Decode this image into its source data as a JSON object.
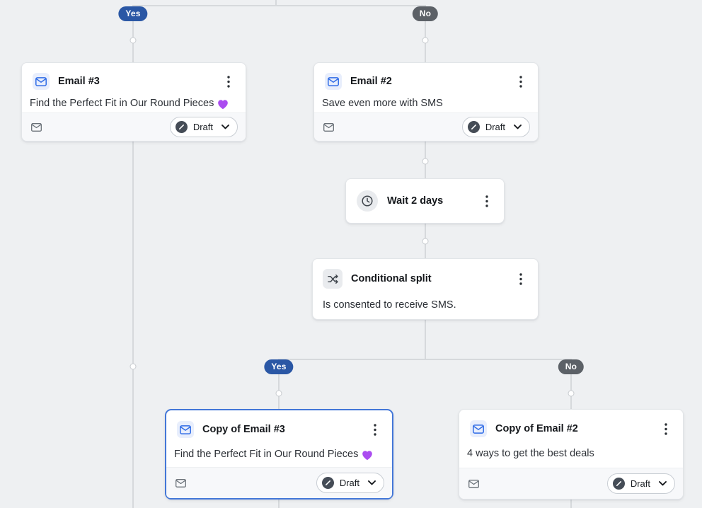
{
  "flow": {
    "branches": {
      "top_yes": "Yes",
      "top_no": "No",
      "bottom_yes": "Yes",
      "bottom_no": "No"
    },
    "cards": {
      "email3": {
        "type": "email",
        "title": "Email #3",
        "subject": "Find the Perfect Fit in Our Round Pieces",
        "subject_emoji": "💜",
        "status": "Draft"
      },
      "email2": {
        "type": "email",
        "title": "Email #2",
        "subject": "Save even more with SMS",
        "status": "Draft"
      },
      "wait": {
        "type": "time-delay",
        "title": "Wait 2 days"
      },
      "split": {
        "type": "conditional-split",
        "title": "Conditional split",
        "condition": "Is consented to receive SMS."
      },
      "copy_email3": {
        "type": "email",
        "title": "Copy of Email #3",
        "subject": "Find the Perfect Fit in Our Round Pieces",
        "subject_emoji": "💜",
        "status": "Draft",
        "selected": true
      },
      "copy_email2": {
        "type": "email",
        "title": "Copy of Email #2",
        "subject": "4 ways to get the best deals",
        "status": "Draft"
      }
    },
    "colors": {
      "canvas_bg": "#eef0f2",
      "yes_pill": "#2a57a5",
      "no_pill": "#5c6167",
      "selected_border": "#4377d8",
      "accent_blue": "#2e6be6",
      "heart_purple": "#ab4cf0"
    }
  }
}
